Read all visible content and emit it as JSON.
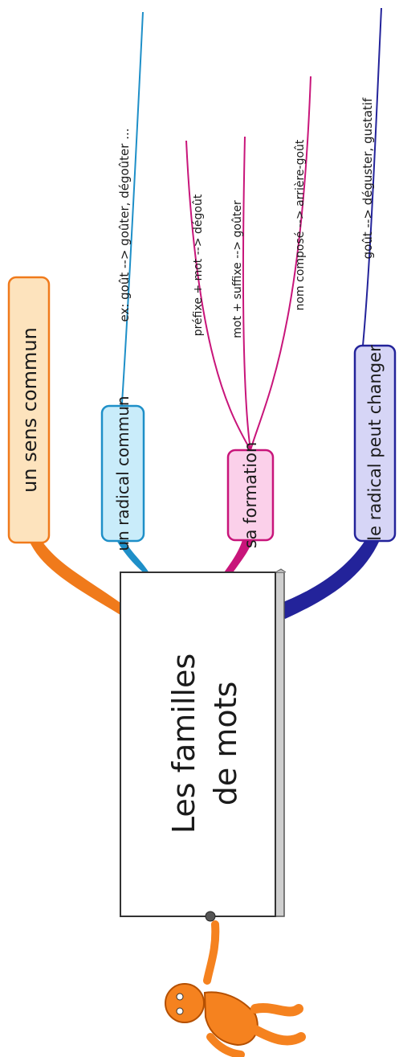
{
  "center": {
    "title_line1": "Les familles",
    "title_line2": "de mots"
  },
  "branches": [
    {
      "label": "un sens commun",
      "color": "#f07a1b",
      "fill": "#fde3bd"
    },
    {
      "label": "un radical commun",
      "color": "#1e8fc8",
      "fill": "#c9ecfa",
      "children": [
        {
          "text": "ex: goût --> goûter, dégoûter ..."
        }
      ]
    },
    {
      "label": "sa formation",
      "color": "#c8157a",
      "fill": "#fbd0ea",
      "children": [
        {
          "text": "préfixe + mot --> dégoût"
        },
        {
          "text": "mot + suffixe --> goûter"
        },
        {
          "text": "nom composé --> arrière-goût"
        }
      ]
    },
    {
      "label": "le radical peut changer",
      "color": "#23239a",
      "fill": "#d6d5f6",
      "children": [
        {
          "text": "goût --> déguster, gustatif"
        }
      ]
    }
  ],
  "icons": {
    "mascot": "orange-figure-icon"
  }
}
